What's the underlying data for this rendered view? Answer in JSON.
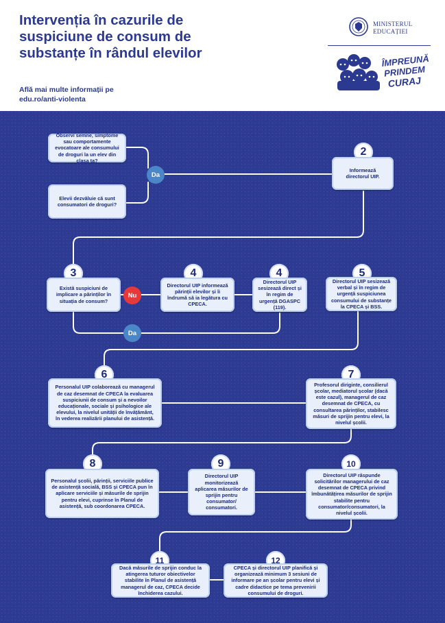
{
  "header": {
    "title": "Intervenția în cazurile de suspiciune de consum de substanțe în rândul elevilor",
    "info_line1": "Află mai multe informații pe",
    "info_line2": "edu.ro/anti-violenta",
    "ministry_name_1": "MINISTERUL",
    "ministry_name_2": "EDUCAȚIEI",
    "campaign_line1": "ÎMPREUNĂ",
    "campaign_line2": "PRINDEM",
    "campaign_line3": "CURAJ"
  },
  "colors": {
    "navy": "#2e3b93",
    "box_bg": "#e9f0fb",
    "yes": "#4a86c8",
    "no": "#e8393a",
    "text": "#1b2a78"
  },
  "steps": {
    "q_signs": "Observi semne, simptome sau comportamente evocatoare ale consumului de droguri la un elev din clasa ta?",
    "q_tell": "Elevii dezvăluie că sunt consumatori de droguri?",
    "s2_num": "2",
    "s2": "Informează directorul UIP.",
    "s3_num": "3",
    "s3": "Există suspiciuni de implicare a părinților în situația de consum?",
    "s4a_num": "4",
    "s4a": "Directorul UIP informează părinții elevilor și îi îndrumă să ia legătura cu CPECA.",
    "s4b_num": "4",
    "s4b": "Directorul UIP sesizează direct și în regim de urgență DGASPC (119).",
    "s5_num": "5",
    "s5": "Directorul UIP sesizează verbal și în regim de urgență suspiciunea consumului de substanțe la CPECA și BSS.",
    "s6_num": "6",
    "s6": "Personalul UIP colaborează cu managerul de caz desemnat de CPECA la evaluarea suspiciunii de consum și a nevoilor educaționale, sociale și psihologice ale elevului, la nivelul unității de învățământ, în vederea realizării planului de asistență.",
    "s7_num": "7",
    "s7": "Profesorul diriginte, consilierul școlar, mediatorul școlar (dacă este cazul), managerul de caz desemnat de CPECA, cu consultarea părinților, stabilesc măsuri de sprijin pentru elevi, la nivelul școlii.",
    "s8_num": "8",
    "s8": "Personalul școlii, părinții, serviciile publice de asistență socială, BSS și CPECA pun în aplicare serviciile și măsurile de sprijin pentru elevi, cuprinse în Planul de asistență, sub coordonarea CPECA.",
    "s9_num": "9",
    "s9": "Directorul UIP monitorizează aplicarea măsurilor de sprijin pentru consumator/ consumatori.",
    "s10_num": "10",
    "s10": "Directorul UIP răspunde solicitărilor managerului de caz desemnat de CPECA privind îmbunătățirea măsurilor de sprijin stabilite pentru consumator/consumatori, la nivelul școlii.",
    "s11_num": "11",
    "s11": "Dacă măsurile de sprijin conduc la atingerea tuturor obiectivelor stabilite în Planul de asistență managerul de caz, CPECA decide închiderea cazului.",
    "s12_num": "12",
    "s12": "CPECA și directorul UIP planifică și organizează minimum 3 sesiuni de informare pe an școlar pentru elevi și cadre didactice pe tema prevenirii consumului de droguri."
  },
  "labels": {
    "yes1": "Da",
    "no": "Nu",
    "yes2": "Da"
  }
}
